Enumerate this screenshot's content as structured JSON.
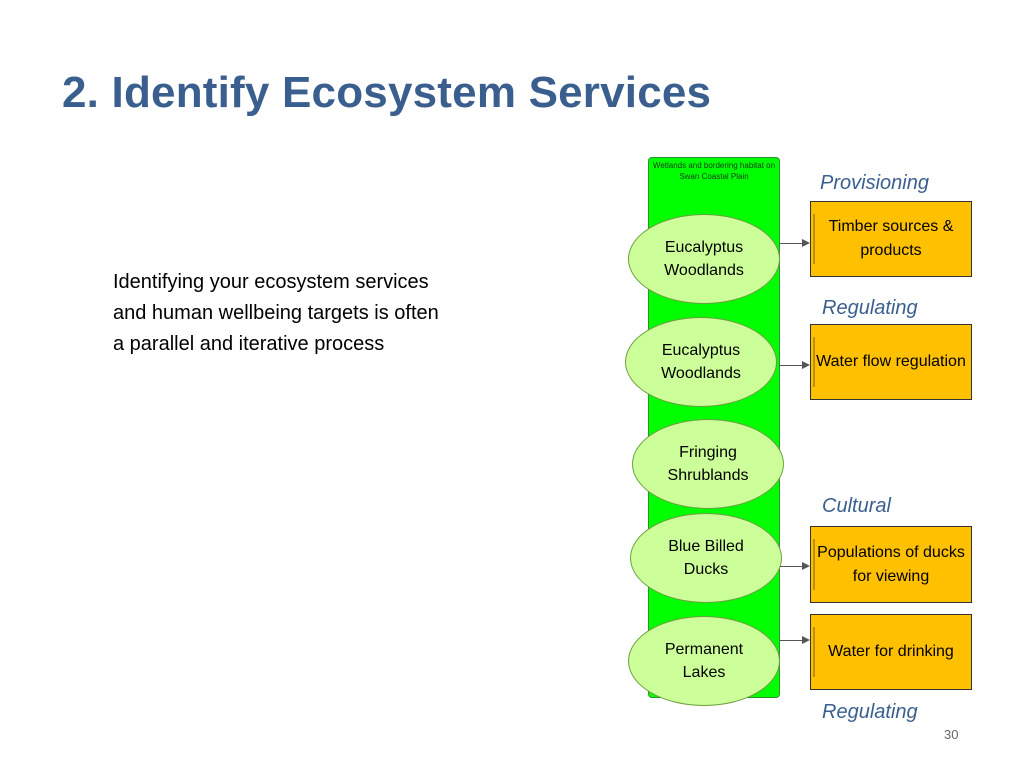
{
  "slide": {
    "title": "2. Identify Ecosystem Services",
    "body": "Identifying your ecosystem services and human wellbeing targets is often a parallel and iterative process",
    "page_number": "30"
  },
  "diagram": {
    "column_header": "Wetlands and bordering habitat on Swan Coastal Plain",
    "nodes": [
      {
        "label": "Eucalyptus Woodlands"
      },
      {
        "label": "Eucalyptus Woodlands"
      },
      {
        "label": "Fringing Shrublands"
      },
      {
        "label": "Blue Billed Ducks"
      },
      {
        "label": "Permanent Lakes"
      }
    ],
    "categories": [
      {
        "label": "Provisioning"
      },
      {
        "label": "Regulating"
      },
      {
        "label": "Cultural"
      },
      {
        "label": "Regulating"
      }
    ],
    "services": [
      {
        "label": "Timber sources & products"
      },
      {
        "label": "Water flow regulation"
      },
      {
        "label": "Populations of ducks for viewing"
      },
      {
        "label": "Water for drinking"
      }
    ],
    "colors": {
      "column": "#00ff00",
      "node": "#ccff99",
      "service_box": "#ffc000",
      "accent_text": "#3a5f8f"
    }
  }
}
